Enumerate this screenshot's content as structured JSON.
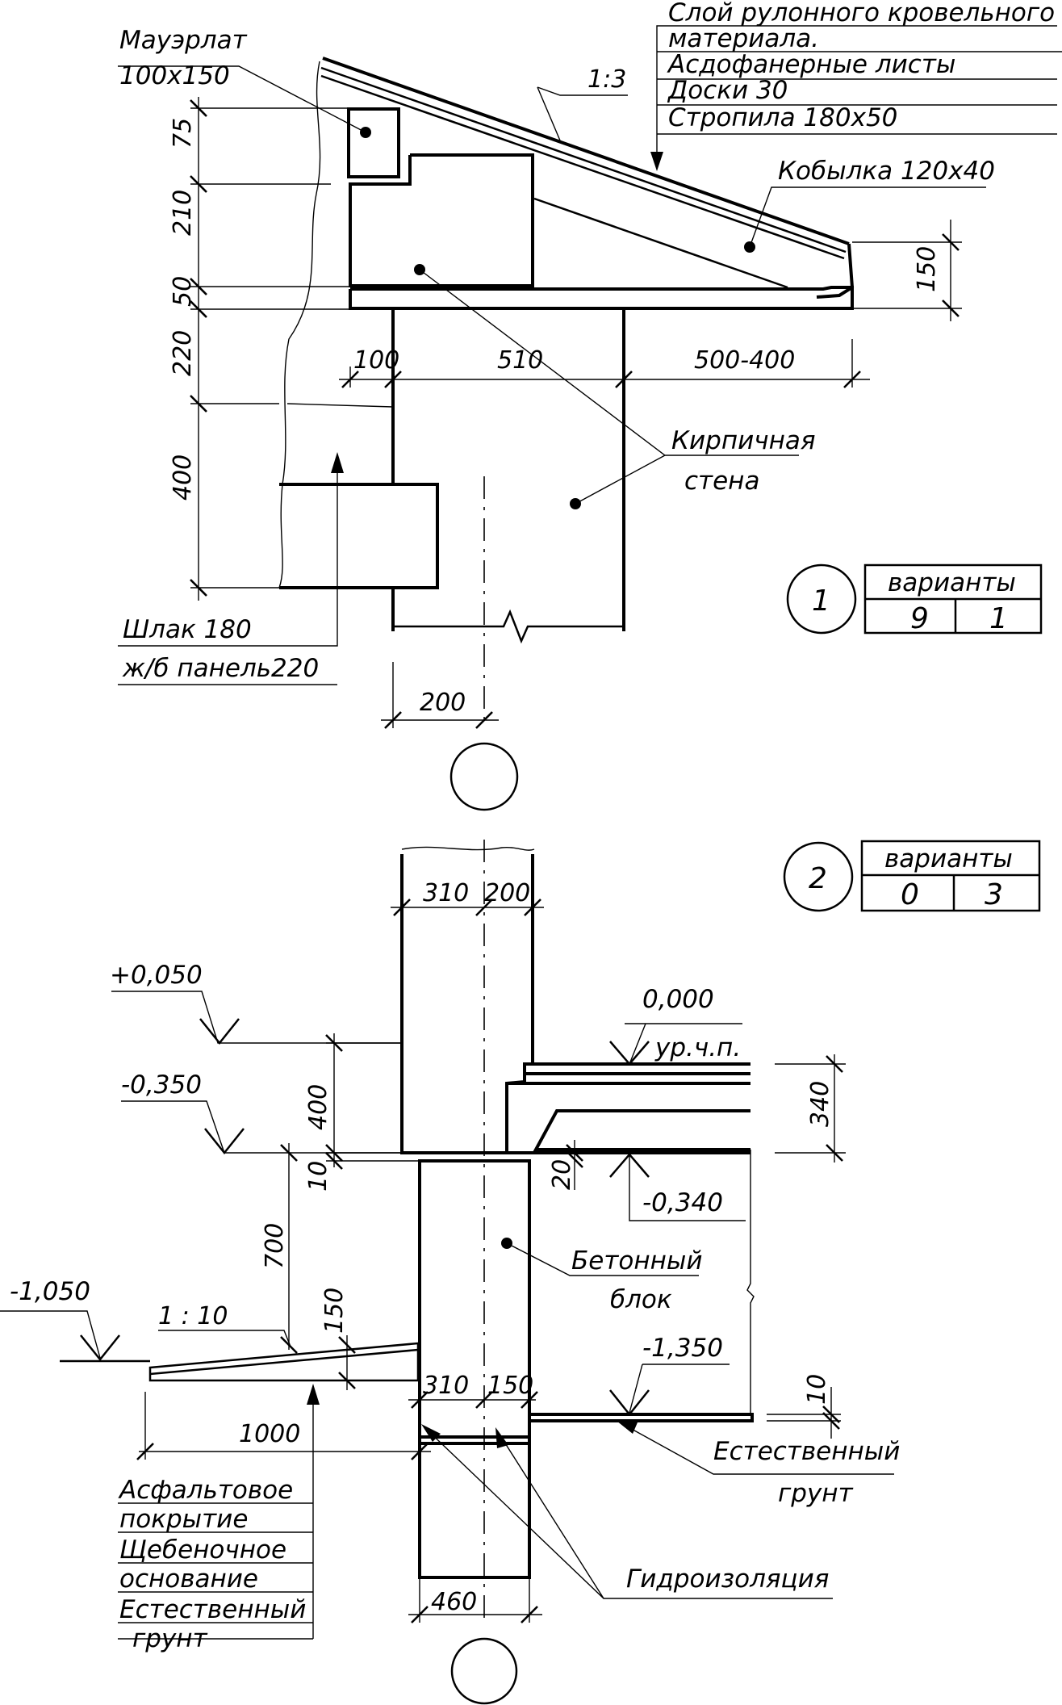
{
  "top_detail": {
    "marker": "1",
    "variants_title": "варианты",
    "variant_values": [
      "9",
      "1"
    ],
    "layers": [
      "Слой рулонного кровельного",
      "материала.",
      "Асдофанерные листы",
      "Доски 30",
      "Стропила 180х50"
    ],
    "mauerlat_label": "Мауэрлат",
    "mauerlat_size": "100х150",
    "slope": "1:3",
    "kobylka": "Кобылка 120х40",
    "wall_label_1": "Кирпичная",
    "wall_label_2": "стена",
    "slag": "Шлак 180",
    "panel": "ж/б панель220",
    "dims": {
      "d75": "75",
      "d210": "210",
      "d50": "50",
      "d220": "220",
      "d400": "400",
      "d150": "150",
      "d100": "100",
      "d510": "510",
      "d500_400": "500-400",
      "d200": "200"
    }
  },
  "bottom_detail": {
    "marker": "2",
    "variants_title": "варианты",
    "variant_values": [
      "0",
      "3"
    ],
    "levels": {
      "plus_050": "+0,050",
      "minus_350": "-0,350",
      "zero": "0,000",
      "floor": "ур.ч.п.",
      "minus_340": "-0,340",
      "minus_1050": "-1,050",
      "minus_1350": "-1,350"
    },
    "dims": {
      "d310_top": "310",
      "d200": "200",
      "d400": "400",
      "d10": "10",
      "d340": "340",
      "d20": "20",
      "d700": "700",
      "d150_slope": "150",
      "d310_bot": "310",
      "d150_bot": "150",
      "d10_right": "10",
      "d1000": "1000",
      "d460": "460"
    },
    "slope": "1 : 10",
    "block_1": "Бетонный",
    "block_2": "блок",
    "natural_1": "Естественный",
    "natural_2": "грунт",
    "waterproofing": "Гидроизоляция",
    "pavement": [
      "Асфальтовое",
      "покрытие",
      "Щебеночное",
      "основание",
      "Естественный",
      "грунт"
    ]
  }
}
